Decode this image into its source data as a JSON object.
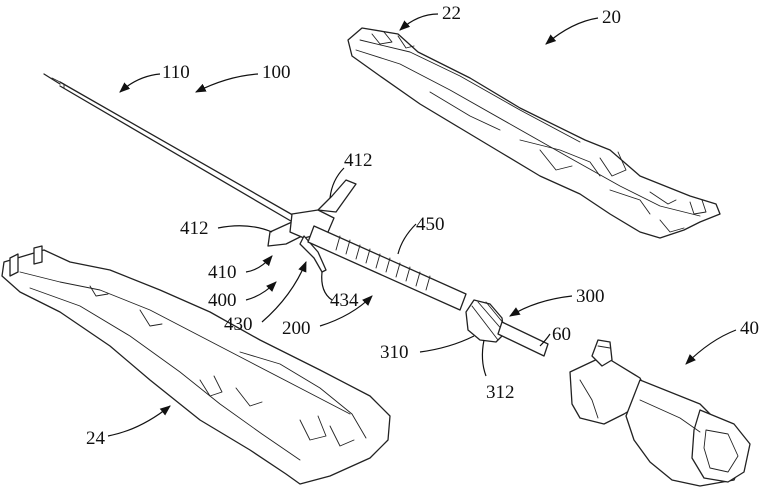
{
  "figure": {
    "labels": [
      {
        "id": "ref-110",
        "text": "110"
      },
      {
        "id": "ref-100",
        "text": "100"
      },
      {
        "id": "ref-22",
        "text": "22"
      },
      {
        "id": "ref-20",
        "text": "20"
      },
      {
        "id": "ref-412-top",
        "text": "412"
      },
      {
        "id": "ref-412-left",
        "text": "412"
      },
      {
        "id": "ref-450",
        "text": "450"
      },
      {
        "id": "ref-410",
        "text": "410"
      },
      {
        "id": "ref-400",
        "text": "400"
      },
      {
        "id": "ref-430",
        "text": "430"
      },
      {
        "id": "ref-434",
        "text": "434"
      },
      {
        "id": "ref-200",
        "text": "200"
      },
      {
        "id": "ref-300",
        "text": "300"
      },
      {
        "id": "ref-310",
        "text": "310"
      },
      {
        "id": "ref-60",
        "text": "60"
      },
      {
        "id": "ref-312",
        "text": "312"
      },
      {
        "id": "ref-40",
        "text": "40"
      },
      {
        "id": "ref-24",
        "text": "24"
      }
    ]
  }
}
